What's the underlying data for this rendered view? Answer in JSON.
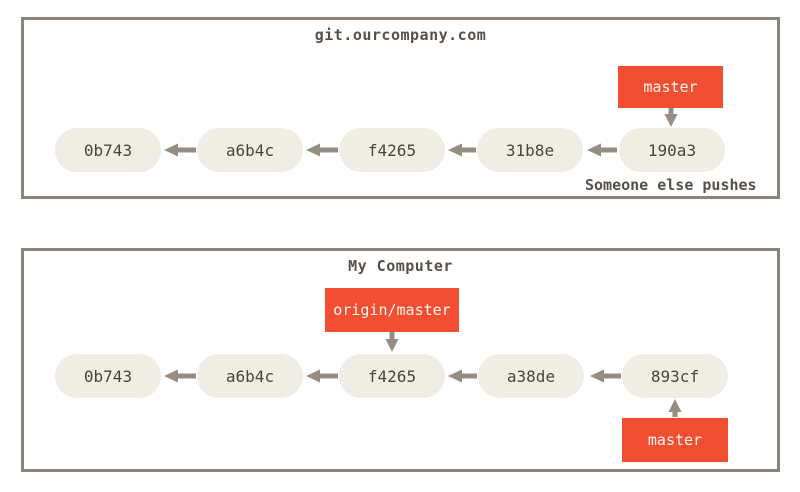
{
  "colors": {
    "background": "#ffffff",
    "box_border": "#8c8478",
    "node_fill": "#efede4",
    "node_text": "#4d4537",
    "branch_label_bg": "#f14e32",
    "branch_label_text": "#fbf6ee",
    "arrow": "#958d81",
    "title_text": "#57504a"
  },
  "remote_repo": {
    "title": "git.ourcompany.com",
    "branch_label": "master",
    "commits": [
      "0b743",
      "a6b4c",
      "f4265",
      "31b8e",
      "190a3"
    ],
    "caption": "Someone else pushes"
  },
  "local_repo": {
    "title": "My Computer",
    "remote_tracking_label": "origin/master",
    "branch_label": "master",
    "commits": [
      "0b743",
      "a6b4c",
      "f4265",
      "a38de",
      "893cf"
    ]
  }
}
